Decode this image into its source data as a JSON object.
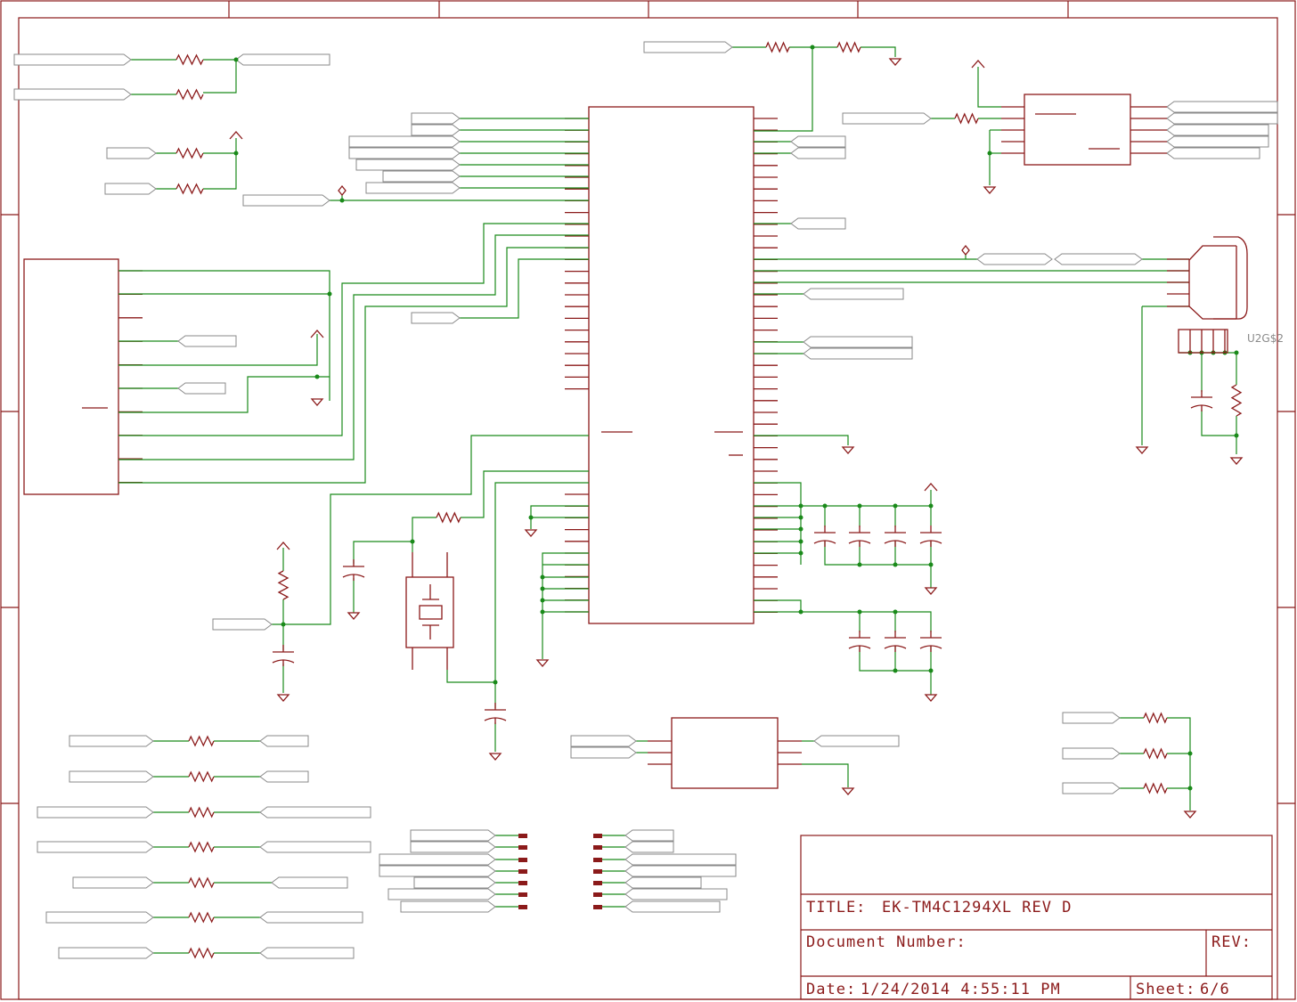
{
  "title_block": {
    "title_label": "TITLE:",
    "title_value": "EK-TM4C1294XL REV D",
    "docnum_label": "Document Number:",
    "rev_label": "REV:",
    "date_label": "Date:",
    "date_value": "1/24/2014 4:55:11 PM",
    "sheet_label": "Sheet:",
    "sheet_value": "6/6"
  },
  "parts": {
    "connector_refdes": "U2G$2"
  },
  "colors": {
    "frame": "#8b1a1a",
    "wire": "#1a8a1a",
    "net_label": "#8a8a8a"
  }
}
